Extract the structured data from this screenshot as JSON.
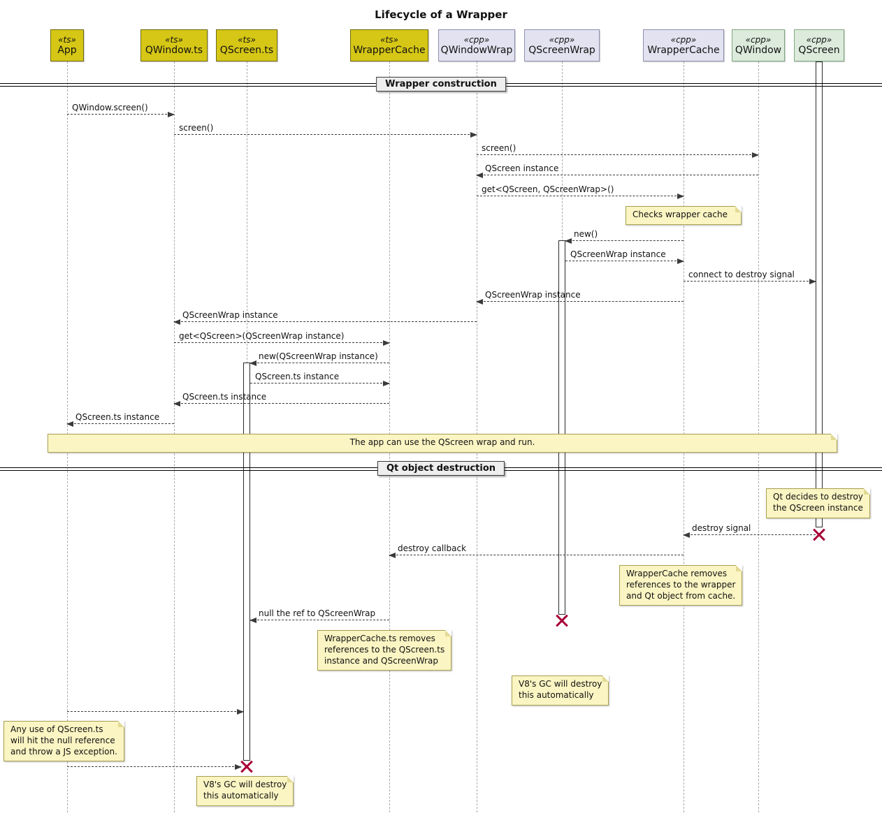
{
  "title": "Lifecycle of a Wrapper",
  "dividers": [
    {
      "label": "Wrapper construction"
    },
    {
      "label": "Qt object destruction"
    }
  ],
  "participants": [
    {
      "stereotype": "«ts»",
      "name": "App"
    },
    {
      "stereotype": "«ts»",
      "name": "QWindow.ts"
    },
    {
      "stereotype": "«ts»",
      "name": "QScreen.ts"
    },
    {
      "stereotype": "«ts»",
      "name": "WrapperCache"
    },
    {
      "stereotype": "«cpp»",
      "name": "QWindowWrap"
    },
    {
      "stereotype": "«cpp»",
      "name": "QScreenWrap"
    },
    {
      "stereotype": "«cpp»",
      "name": "WrapperCache"
    },
    {
      "stereotype": "«cpp»",
      "name": "QWindow"
    },
    {
      "stereotype": "«cpp»",
      "name": "QScreen"
    }
  ],
  "messages": [
    {
      "label": "QWindow.screen()"
    },
    {
      "label": "screen()"
    },
    {
      "label": "screen()"
    },
    {
      "label": "QScreen instance"
    },
    {
      "label": "get<QScreen, QScreenWrap>()"
    },
    {
      "label": "new()"
    },
    {
      "label": "QScreenWrap instance"
    },
    {
      "label": "connect to destroy signal"
    },
    {
      "label": "QScreenWrap instance"
    },
    {
      "label": "QScreenWrap instance"
    },
    {
      "label": "get<QScreen>(QScreenWrap instance)"
    },
    {
      "label": "new(QScreenWrap instance)"
    },
    {
      "label": "QScreen.ts instance"
    },
    {
      "label": "QScreen.ts instance"
    },
    {
      "label": "QScreen.ts instance"
    },
    {
      "label": "destroy signal"
    },
    {
      "label": "destroy callback"
    },
    {
      "label": "null the ref to QScreenWrap"
    },
    {
      "label": ""
    },
    {
      "label": ""
    }
  ],
  "notes": [
    {
      "text": "Checks wrapper cache"
    },
    {
      "text": "The app can use the QScreen wrap and run."
    },
    {
      "text": "Qt decides to destroy\nthe QScreen instance"
    },
    {
      "text": "WrapperCache removes\nreferences to the wrapper\nand Qt object from cache."
    },
    {
      "text": "WrapperCache.ts removes\nreferences to the QScreen.ts\ninstance and QScreenWrap"
    },
    {
      "text": "V8's GC will destroy\nthis automatically"
    },
    {
      "text": "Any use of QScreen.ts\nwill hit the null reference\nand throw a JS exception."
    },
    {
      "text": "V8's GC will destroy\nthis automatically"
    }
  ],
  "colors": {
    "ts_fill": "#D6C716",
    "ts_border": "#6E6A14",
    "cpp_fill": "#E2E2F0",
    "cpp_border": "#8E8EAE",
    "qt_fill": "#DCEBDC",
    "qt_border": "#7FA67F",
    "note_fill": "#FBF5C3",
    "note_border": "#A8A050",
    "destroy_x": "#A80036",
    "divider_label_fill": "#EEEEEE",
    "lifeline": "#A9A9A9"
  }
}
